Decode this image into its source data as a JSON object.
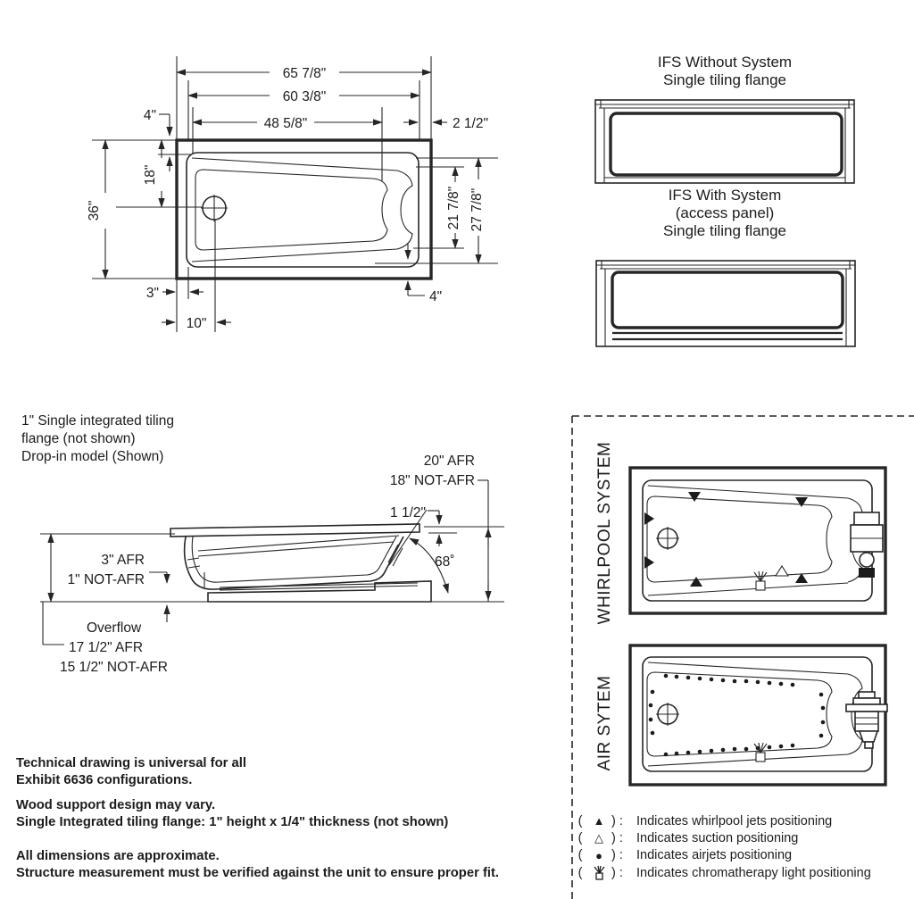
{
  "plan_view": {
    "dims": {
      "overall_width": "65 7/8\"",
      "width_60": "60 3/8\"",
      "width_48": "48 5/8\"",
      "deck_right": "2 1/2\"",
      "top_left_4": "4\"",
      "left_18": "18\"",
      "overall_height": "36\"",
      "right_21": "21 7/8\"",
      "right_27": "27 7/8\"",
      "bottom_3": "3\"",
      "bottom_10": "10\"",
      "bottom_right_4": "4\""
    }
  },
  "ifs": {
    "without": {
      "line1": "IFS Without System",
      "line2": "Single tiling flange"
    },
    "with": {
      "line1": "IFS With System",
      "line2": "(access panel)",
      "line3": "Single tiling flange"
    }
  },
  "side_view": {
    "note_line1": "1\" Single integrated tiling",
    "note_line2": "flange (not shown)",
    "note_line3": "Drop-in model (Shown)",
    "dims": {
      "afr_20": "20\" AFR",
      "not_afr_18": "18\" NOT-AFR",
      "rim_thickness": "1 1/2\"",
      "angle": "68˚",
      "afr_3": "3\" AFR",
      "not_afr_1": "1\" NOT-AFR",
      "overflow": "Overflow",
      "overflow_afr": "17 1/2\" AFR",
      "overflow_not_afr": "15 1/2\" NOT-AFR"
    }
  },
  "notes": {
    "p1l1": "Technical drawing is universal for all",
    "p1l2": "Exhibit 6636 configurations.",
    "p2l1": "Wood support design may vary.",
    "p2l2": "Single Integrated tiling flange: 1\" height x 1/4\" thickness (not shown)",
    "p3l1": "All dimensions are approximate.",
    "p3l2": "Structure measurement must be verified against the unit to ensure proper fit."
  },
  "systems": {
    "whirlpool_label": "WHIRLPOOL SYSTEM",
    "air_label": "AIR SYTEM",
    "symbols": {
      "whirlpool_jet": "▲",
      "suction": "△",
      "airjet": "●"
    },
    "legend": [
      {
        "open": "(",
        "close": ") :",
        "label": "Indicates whirlpool jets positioning"
      },
      {
        "open": "(",
        "close": ") :",
        "label": "Indicates suction positioning"
      },
      {
        "open": "(",
        "close": ") :",
        "label": "Indicates airjets positioning"
      },
      {
        "open": "(",
        "close": ") :",
        "label": "Indicates chromatherapy light positioning"
      }
    ]
  }
}
